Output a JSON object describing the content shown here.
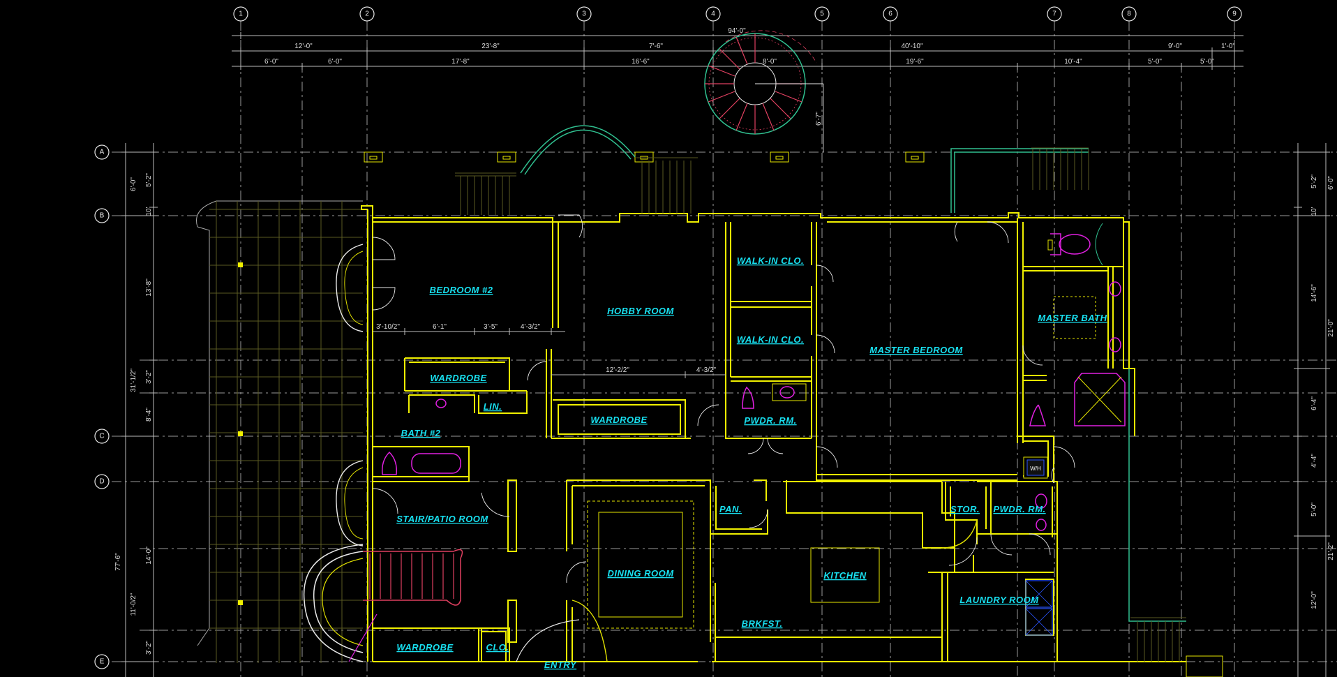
{
  "plan": {
    "colors": {
      "background": "#000000",
      "walls": "#f0f000",
      "labels": "#18e0f0",
      "fixtures": "#e020e0",
      "stairs": "#e04060",
      "dimensions": "#dcdcdc"
    },
    "grid_columns": [
      "1",
      "2",
      "3",
      "4",
      "5",
      "6",
      "7",
      "8",
      "9"
    ],
    "grid_rows": [
      "A",
      "B",
      "C",
      "D",
      "E"
    ],
    "overall_dimension": "94'-0\"",
    "top_dimensions_row1": [
      "12'-0\"",
      "23'-8\"",
      "7'-6\"",
      "40'-10\"",
      "9'-0\"",
      "1'-0\""
    ],
    "top_dimensions_row2": [
      "6'-0\"",
      "6'-0\"",
      "17'-8\"",
      "16'-6\"",
      "8'-0\"",
      "19'-6\"",
      "10'-4\"",
      "5'-0\"",
      "5'-0\""
    ],
    "left_dimensions_outer": [
      "6'-0\"",
      "31'-1/2\"",
      "77'-6\""
    ],
    "left_dimensions_inner": [
      "5'-2\"",
      "10'",
      "13'-8\"",
      "3'-2\"",
      "8'-4\"",
      "14'-0\"",
      "11'-0/2\"",
      "3'-2\""
    ],
    "right_dimensions_inner": [
      "5'-2\"",
      "10'",
      "14'-6\"",
      "6'-4\"",
      "4'-4\"",
      "5'-0\"",
      "12'-0\""
    ],
    "right_dimensions_outer": [
      "6'-0\"",
      "21'-0\"",
      "21'-2\""
    ],
    "interior_dimensions": [
      "3'-10/2\"",
      "6'-1\"",
      "3'-5\"",
      "4'-3/2\"",
      "12'-2/2\"",
      "4'-3/2\"",
      "6'-7\""
    ],
    "rooms": [
      {
        "id": "bedroom-2",
        "label": "BEDROOM #2"
      },
      {
        "id": "hobby-room",
        "label": "HOBBY ROOM"
      },
      {
        "id": "walk-in-clo-1",
        "label": "WALK-IN CLO."
      },
      {
        "id": "walk-in-clo-2",
        "label": "WALK-IN CLO."
      },
      {
        "id": "master-bedroom",
        "label": "MASTER BEDROOM"
      },
      {
        "id": "master-bath",
        "label": "MASTER BATH"
      },
      {
        "id": "wardrobe-1",
        "label": "WARDROBE"
      },
      {
        "id": "lin",
        "label": "LIN."
      },
      {
        "id": "wardrobe-2",
        "label": "WARDROBE"
      },
      {
        "id": "pwdr-rm-1",
        "label": "PWDR. RM."
      },
      {
        "id": "bath-2",
        "label": "BATH #2"
      },
      {
        "id": "stair-patio-room",
        "label": "STAIR/PATIO ROOM"
      },
      {
        "id": "pan",
        "label": "PAN."
      },
      {
        "id": "stor",
        "label": "STOR."
      },
      {
        "id": "pwdr-rm-2",
        "label": "PWDR. RM."
      },
      {
        "id": "dining-room",
        "label": "DINING ROOM"
      },
      {
        "id": "kitchen",
        "label": "KITCHEN"
      },
      {
        "id": "laundry-room",
        "label": "LAUNDRY ROOM"
      },
      {
        "id": "brkfst",
        "label": "BRKFST."
      },
      {
        "id": "wardrobe-3",
        "label": "WARDROBE"
      },
      {
        "id": "clo",
        "label": "CLO."
      },
      {
        "id": "entry",
        "label": "ENTRY"
      }
    ],
    "wh_label": "W/H"
  }
}
